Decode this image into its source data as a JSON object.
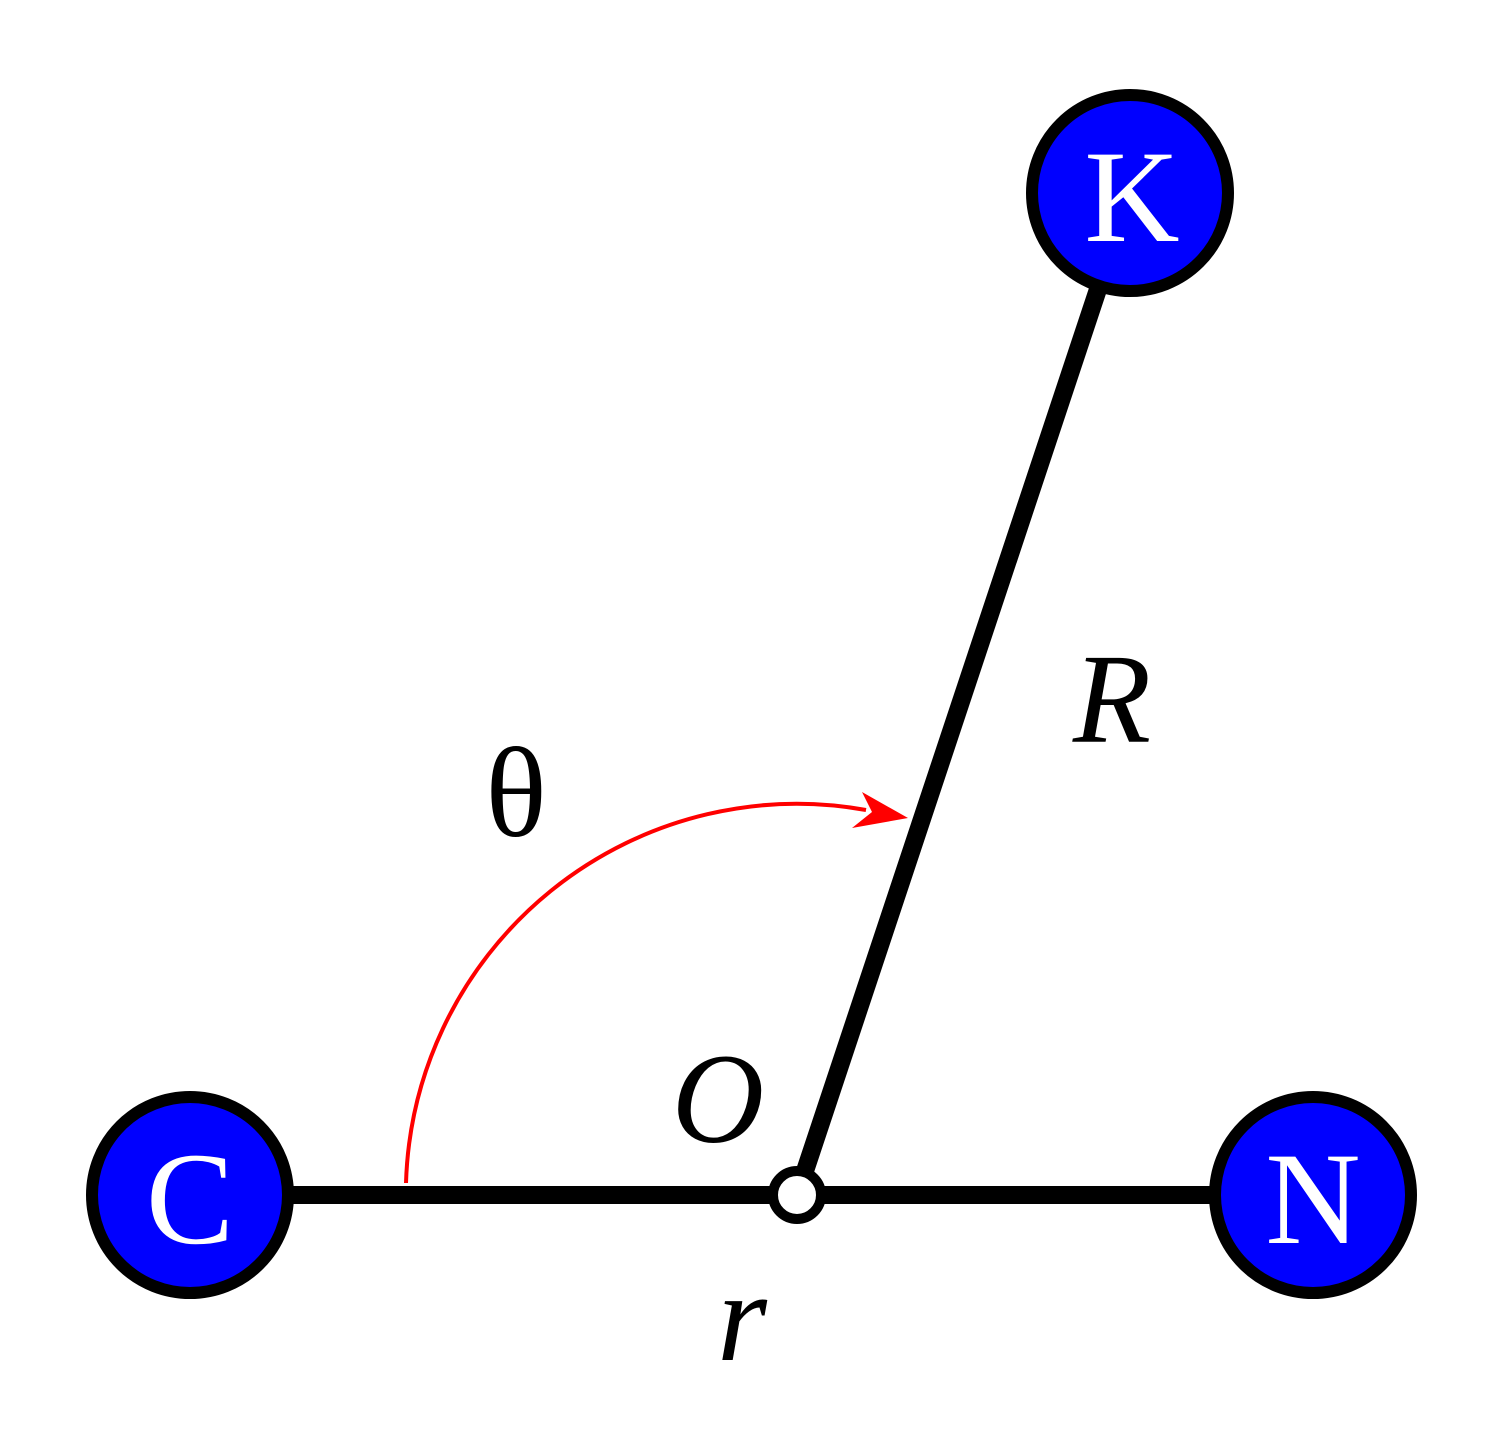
{
  "colors": {
    "node_fill": "#0000ff",
    "node_stroke": "#000000",
    "arc": "#ff0000",
    "bond": "#000000"
  },
  "nodes": {
    "c": "C",
    "n": "N",
    "k": "K"
  },
  "labels": {
    "theta": "θ",
    "big_r": "R",
    "origin": "O",
    "small_r": "r"
  }
}
